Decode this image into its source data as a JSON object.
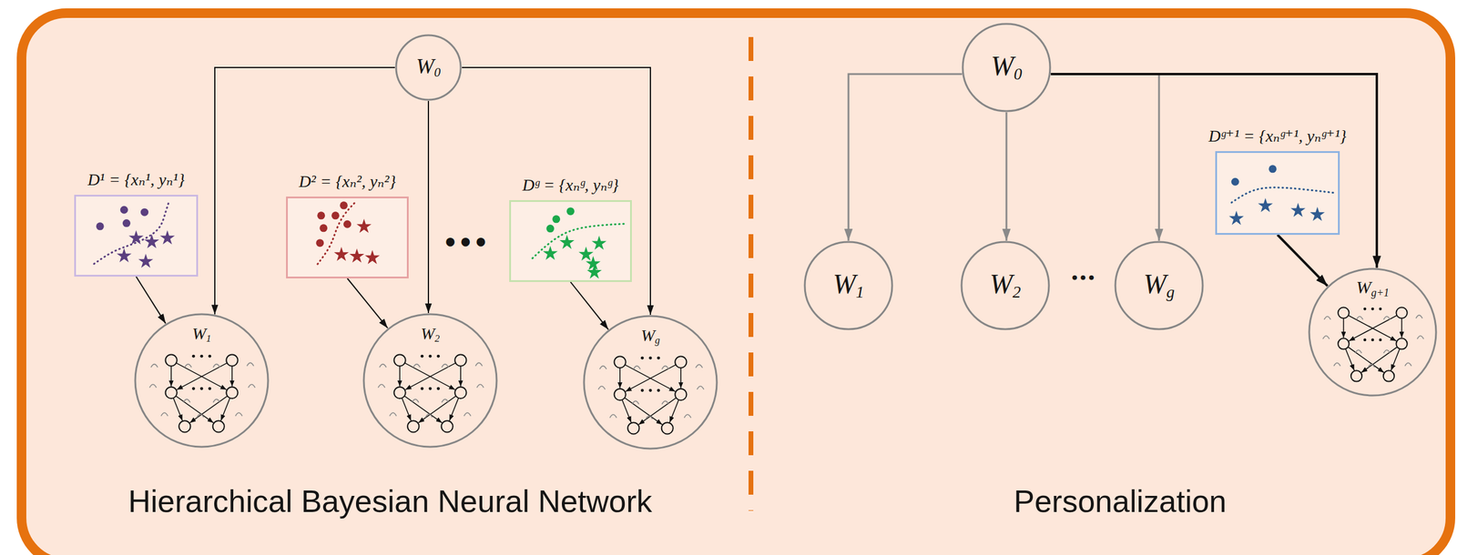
{
  "diagram": {
    "nodes": [
      {
        "text": [
          "W0"
        ]
      },
      {
        "text": [
          "D¹ = {xₙ¹, yₙ¹}"
        ]
      },
      {
        "text": [
          "D² = {xₙ², yₙ²}"
        ]
      },
      {
        "text": [
          "Dᵍ = {xₙᵍ, yₙᵍ}"
        ]
      },
      {
        "text": [
          "W1"
        ]
      },
      {
        "text": [
          "W2"
        ]
      },
      {
        "text": [
          "Wg"
        ]
      },
      {
        "text": [
          "W0"
        ]
      },
      {
        "text": [
          "Dᵍ⁺¹ = {xₙᵍ⁺¹, yₙᵍ⁺¹}"
        ]
      },
      {
        "text": [
          "W1"
        ]
      },
      {
        "text": [
          "W2"
        ]
      },
      {
        "text": [
          "Wg"
        ]
      },
      {
        "text": [
          "Wg+1"
        ]
      }
    ],
    "edges": [
      {
        "from": 0,
        "to": 4,
        "arrow": "to"
      },
      {
        "from": 0,
        "to": 5,
        "arrow": "to"
      },
      {
        "from": 0,
        "to": 6,
        "arrow": "to"
      },
      {
        "from": 1,
        "to": 4,
        "arrow": "to"
      },
      {
        "from": 2,
        "to": 5,
        "arrow": "to"
      },
      {
        "from": 3,
        "to": 6,
        "arrow": "to"
      },
      {
        "from": 7,
        "to": 9,
        "arrow": "to"
      },
      {
        "from": 7,
        "to": 10,
        "arrow": "to"
      },
      {
        "from": 7,
        "to": 11,
        "arrow": "to"
      },
      {
        "from": 7,
        "to": 12,
        "arrow": "to"
      },
      {
        "from": 8,
        "to": 12,
        "arrow": "to"
      }
    ],
    "labels": [
      "•••",
      "Hierarchical Bayesian Neural Network",
      "•••",
      "Personalization"
    ]
  }
}
